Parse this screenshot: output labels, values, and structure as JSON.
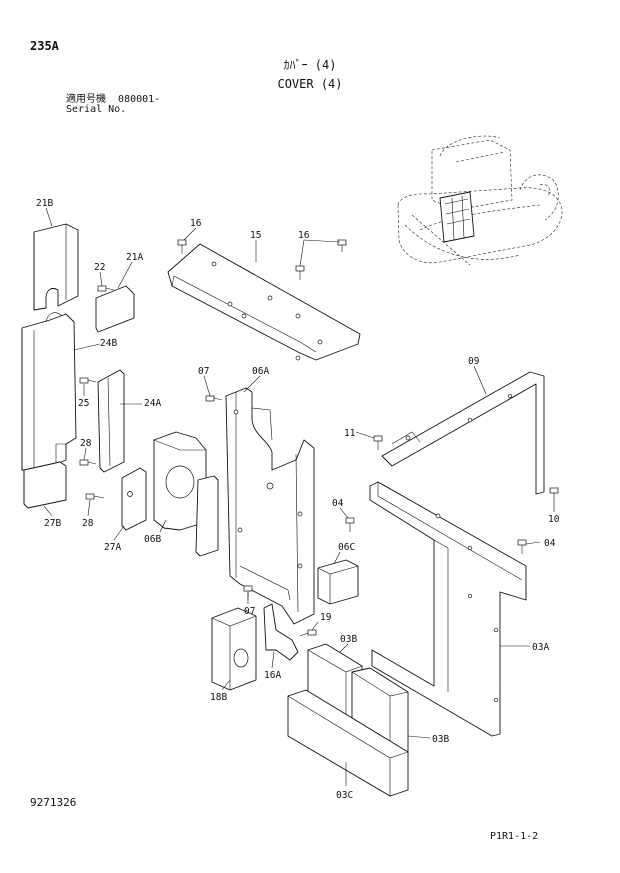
{
  "header": {
    "page_code": "235A",
    "title_jp": "ｶﾊﾞｰ (4)",
    "title_en": "COVER (4)",
    "serial_label_jp": "適用号機",
    "serial_value": "080001-",
    "serial_label_en": "Serial No."
  },
  "footer": {
    "doc_number": "9271326",
    "page_ref": "P1R1-1-2"
  },
  "callouts": [
    {
      "id": "c-21B",
      "label": "21B"
    },
    {
      "id": "c-22",
      "label": "22"
    },
    {
      "id": "c-21A",
      "label": "21A"
    },
    {
      "id": "c-24B",
      "label": "24B"
    },
    {
      "id": "c-25",
      "label": "25"
    },
    {
      "id": "c-24A",
      "label": "24A"
    },
    {
      "id": "c-28a",
      "label": "28"
    },
    {
      "id": "c-28b",
      "label": "28"
    },
    {
      "id": "c-27B",
      "label": "27B"
    },
    {
      "id": "c-27A",
      "label": "27A"
    },
    {
      "id": "c-06B",
      "label": "06B"
    },
    {
      "id": "c-16a",
      "label": "16"
    },
    {
      "id": "c-15",
      "label": "15"
    },
    {
      "id": "c-16b",
      "label": "16"
    },
    {
      "id": "c-07a",
      "label": "07"
    },
    {
      "id": "c-06A",
      "label": "06A"
    },
    {
      "id": "c-09",
      "label": "09"
    },
    {
      "id": "c-11",
      "label": "11"
    },
    {
      "id": "c-04a",
      "label": "04"
    },
    {
      "id": "c-10",
      "label": "10"
    },
    {
      "id": "c-06C",
      "label": "06C"
    },
    {
      "id": "c-04b",
      "label": "04"
    },
    {
      "id": "c-07b",
      "label": "07"
    },
    {
      "id": "c-19",
      "label": "19"
    },
    {
      "id": "c-03Bt",
      "label": "03B"
    },
    {
      "id": "c-03A",
      "label": "03A"
    },
    {
      "id": "c-18B",
      "label": "18B"
    },
    {
      "id": "c-16A",
      "label": "16A"
    },
    {
      "id": "c-03Bb",
      "label": "03B"
    },
    {
      "id": "c-03C",
      "label": "03C"
    }
  ]
}
